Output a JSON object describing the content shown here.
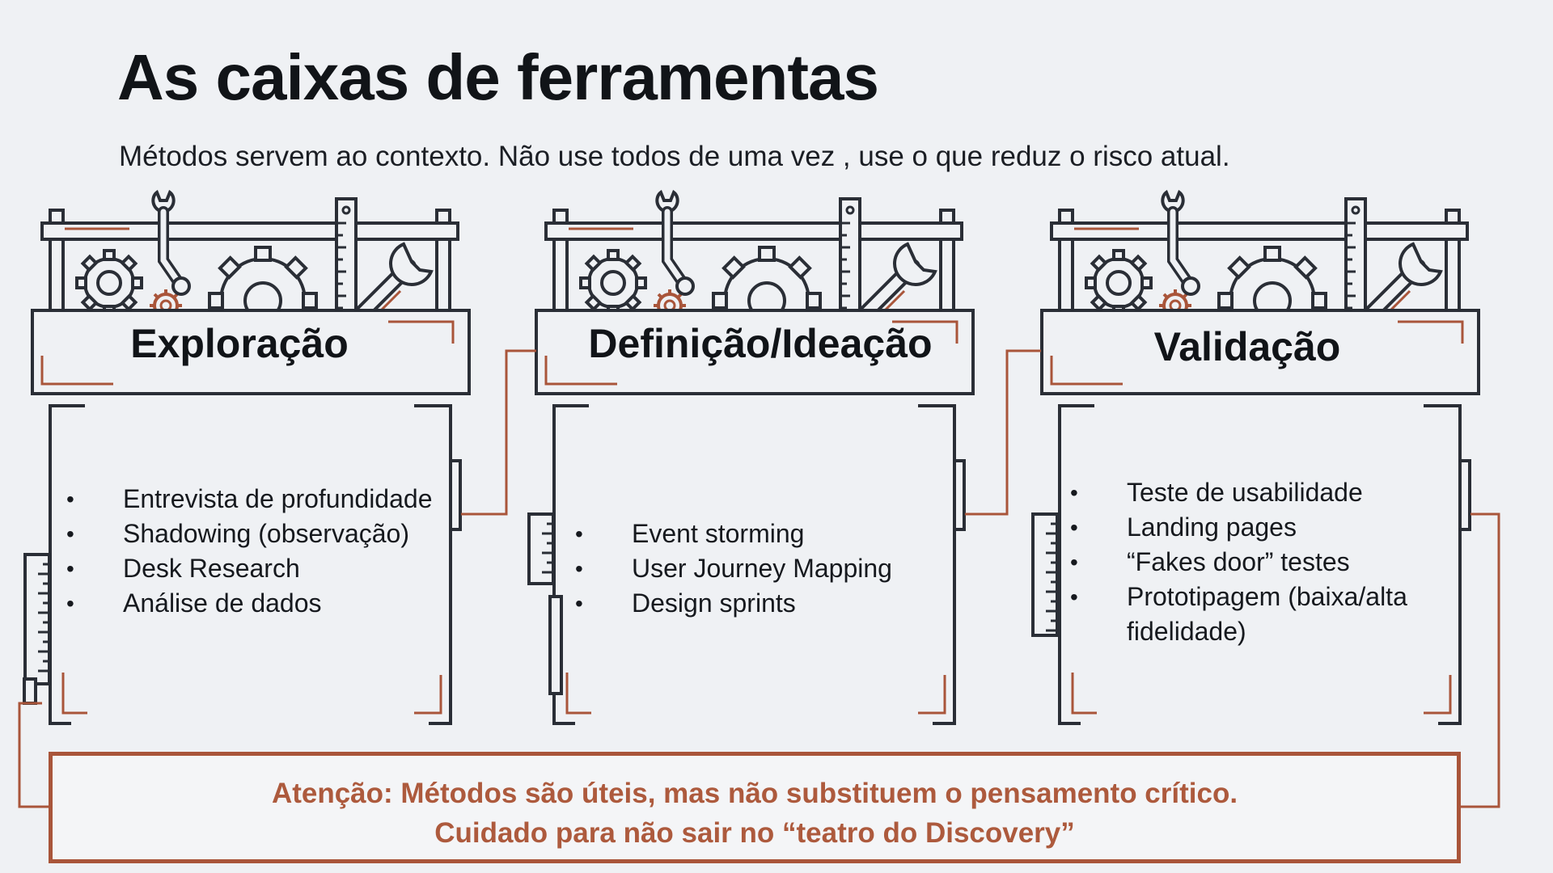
{
  "title": "As caixas de ferramentas",
  "subtitle": "Métodos servem ao contexto. Não use todos de uma vez , use o que reduz o risco atual.",
  "colors": {
    "background": "#eff1f4",
    "outline": "#2a2e36",
    "accent": "#a9553a"
  },
  "toolboxes": [
    {
      "title": "Exploração",
      "items": [
        "Entrevista de profundidade",
        "Shadowing (observação)",
        "Desk Research",
        "Análise de dados"
      ]
    },
    {
      "title": "Definição/Ideação",
      "items": [
        "Event storming",
        "User Journey Mapping",
        "Design sprints"
      ]
    },
    {
      "title": "Validação",
      "items": [
        "Teste de usabilidade",
        "Landing pages",
        "“Fakes door” testes",
        "Prototipagem (baixa/alta fidelidade)"
      ]
    }
  ],
  "toolbox_icons": [
    "gear-icon",
    "wrench-icon",
    "ruler-icon"
  ],
  "attention": {
    "line1": "Atenção: Métodos são úteis, mas não substituem o pensamento crítico.",
    "line2": "Cuidado para não sair no “teatro do Discovery”"
  }
}
